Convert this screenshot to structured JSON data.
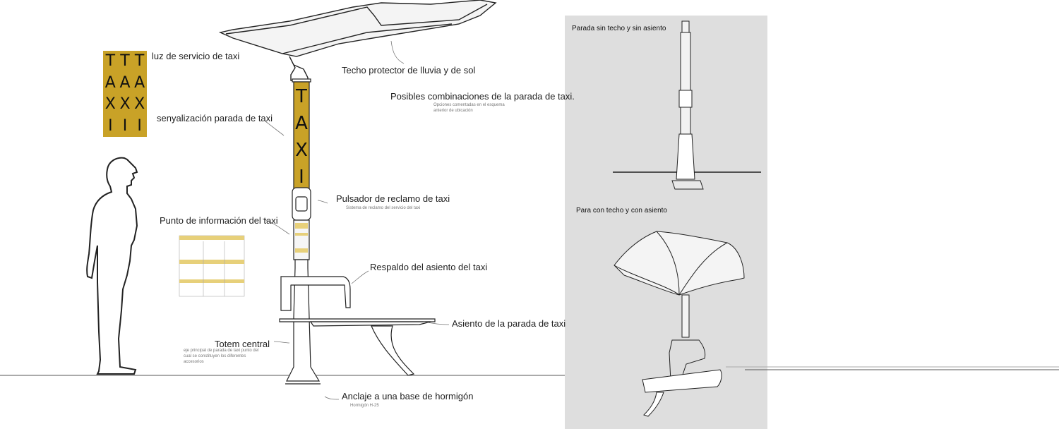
{
  "labels": {
    "luz": "luz de servicio de taxi",
    "techo": "Techo protector de lluvia y de sol",
    "combinaciones": "Posibles combinaciones de la parada de taxi.",
    "combinaciones_sub1": "Opciones comentadas en el esquema",
    "combinaciones_sub2": "anterior de ubicación",
    "senyalizacion": "senyalización parada de taxi",
    "pulsador": "Pulsador de reclamo de taxi",
    "pulsador_sub": "Sistema de reclamo del servicio del taxi",
    "punto_info": "Punto de información del taxi",
    "respaldo": "Respaldo del asiento del taxi",
    "asiento": "Asiento de la parada de taxi",
    "totem": "Totem central",
    "totem_sub1": "eje principal de parada de taxi punto del",
    "totem_sub2": "cual se constituyen los diferentes",
    "totem_sub3": "accesorios",
    "anclaje": "Anclaje a una base de hormigón",
    "anclaje_sub": "Hormigón H-25"
  },
  "totem_text": [
    "T",
    "A",
    "X",
    "I"
  ],
  "sign_letters": [
    "T",
    "T",
    "T",
    "A",
    "A",
    "A",
    "X",
    "X",
    "X",
    "I",
    "I",
    "I"
  ],
  "panel": {
    "title1": "Parada sin techo y sin asiento",
    "title2": "Para con techo y con asiento"
  },
  "colors": {
    "taxi_yellow": "#c9a227",
    "panel_bg": "#dedede",
    "line": "#222222"
  }
}
